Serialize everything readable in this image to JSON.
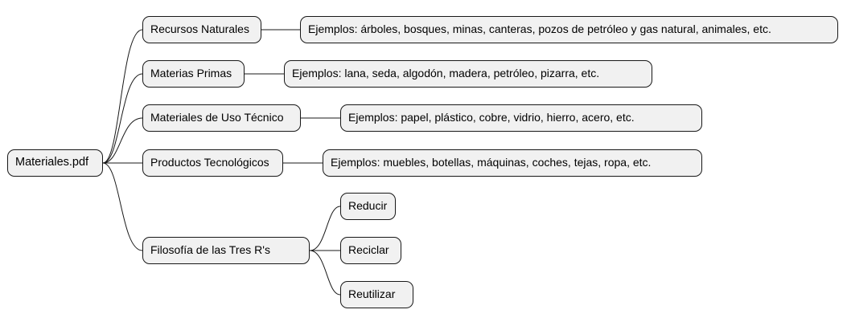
{
  "mindmap": {
    "root": "Materiales.pdf",
    "branches": [
      {
        "label": "Recursos Naturales",
        "children": [
          "Ejemplos: árboles, bosques, minas, canteras, pozos de petróleo y gas natural, animales, etc."
        ]
      },
      {
        "label": "Materias Primas",
        "children": [
          "Ejemplos: lana, seda, algodón, madera, petróleo, pizarra, etc."
        ]
      },
      {
        "label": "Materiales de Uso Técnico",
        "children": [
          "Ejemplos: papel, plástico, cobre, vidrio, hierro, acero, etc."
        ]
      },
      {
        "label": "Productos Tecnológicos",
        "children": [
          "Ejemplos: muebles, botellas, máquinas, coches, tejas, ropa, etc."
        ]
      },
      {
        "label": "Filosofía de las Tres R's",
        "children": [
          "Reducir",
          "Reciclar",
          "Reutilizar"
        ]
      }
    ]
  },
  "colors": {
    "node_fill": "#f1f1f1",
    "node_border": "#181818",
    "edge": "#181818",
    "background": "#ffffff"
  }
}
